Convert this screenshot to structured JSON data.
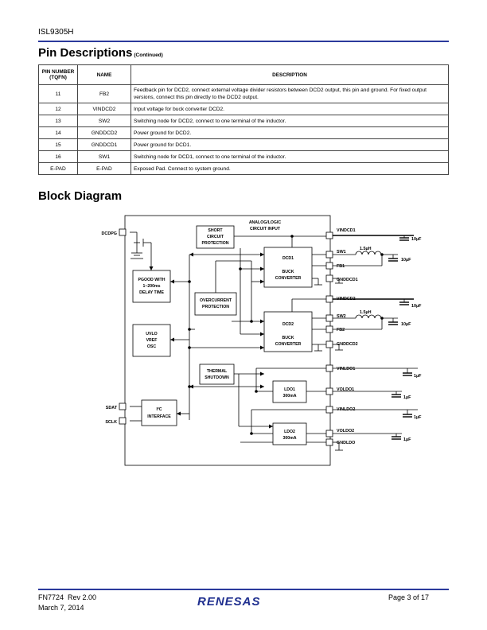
{
  "header": {
    "doc_id": "ISL9305H"
  },
  "sections": {
    "pin_title": "Pin Descriptions",
    "pin_subtitle": "(Continued)",
    "block_title": "Block Diagram"
  },
  "table": {
    "headers": [
      "PIN NUMBER\n(TQFN)",
      "NAME",
      "DESCRIPTION"
    ],
    "rows": [
      {
        "pin": "11",
        "name": "FB2",
        "desc": "Feedback pin for DCD2, connect external voltage divider resistors between DCD2 output, this pin and ground. For fixed output versions, connect this pin directly to the DCD2 output."
      },
      {
        "pin": "12",
        "name": "VINDCD2",
        "desc": "Input voltage for buck converter DCD2."
      },
      {
        "pin": "13",
        "name": "SW2",
        "desc": "Switching node for DCD2, connect to one terminal of the inductor."
      },
      {
        "pin": "14",
        "name": "GNDDCD2",
        "desc": "Power ground for DCD2."
      },
      {
        "pin": "15",
        "name": "GNDDCD1",
        "desc": "Power ground for DCD1."
      },
      {
        "pin": "16",
        "name": "SW1",
        "desc": "Switching node for DCD1, connect to one terminal of the inductor."
      },
      {
        "pin": "E-PAD",
        "name": "E-PAD",
        "desc": "Exposed Pad. Connect to system ground."
      }
    ]
  },
  "diagram": {
    "labels": {
      "analog_logic": "ANALOG/LOGIC",
      "circuit_input": "CIRCUIT INPUT",
      "dcdpg": "DCDPG",
      "sdat": "SDAT",
      "sclk": "SCLK"
    },
    "blocks": {
      "short": [
        "SHORT",
        "CIRCUIT",
        "PROTECTION"
      ],
      "pgood": [
        "PGOOD WITH",
        "1~200ms",
        "DELAY TIME"
      ],
      "overcurrent": [
        "OVERCURRENT",
        "PROTECTION"
      ],
      "uvlo": [
        "UVLO",
        "VREF",
        "OSC"
      ],
      "thermal": [
        "THERMAL",
        "SHUTDOWN"
      ],
      "i2c": [
        "I²C",
        "INTERFACE"
      ],
      "dcd1": [
        "DCD1",
        "BUCK",
        "CONVERTER"
      ],
      "dcd2": [
        "DCD2",
        "BUCK",
        "CONVERTER"
      ],
      "ldo1": [
        "LDO1",
        "300mA"
      ],
      "ldo2": [
        "LDO2",
        "300mA"
      ]
    },
    "pins": [
      "VINDCD1",
      "SW1",
      "FB1",
      "GNDDCD1",
      "VINDCD2",
      "SW2",
      "FB2",
      "GNDDCD2",
      "VINLDO1",
      "VOLDO1",
      "VINLDO2",
      "VOLDO2",
      "GNDLDO"
    ],
    "inductors": [
      "1.5µH",
      "1.5µH"
    ],
    "caps": [
      "10µF",
      "10µF",
      "10µF",
      "10µF",
      "1µF",
      "1µF",
      "1µF",
      "1µF"
    ]
  },
  "footer": {
    "doc": "FN7724  Rev 2.00",
    "date": "March 7, 2014",
    "page": "Page 3 of 17",
    "logo": "RENESAS"
  },
  "colors": {
    "rule": "#2b3a9c",
    "logo": "#1f2f8f"
  }
}
